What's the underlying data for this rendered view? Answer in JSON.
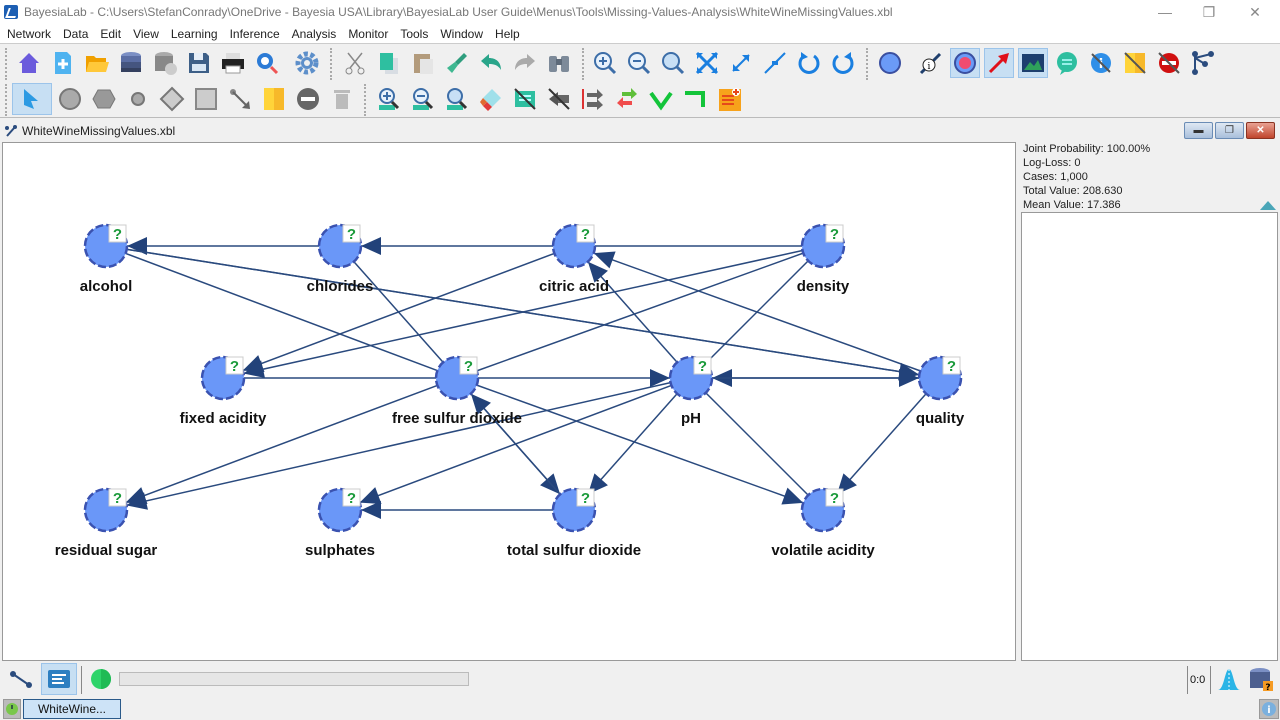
{
  "window": {
    "title": "BayesiaLab - C:\\Users\\StefanConrady\\OneDrive - Bayesia USA\\Library\\BayesiaLab User Guide\\Menus\\Tools\\Missing-Values-Analysis\\WhiteWineMissingValues.xbl",
    "minimize": "—",
    "restore": "❐",
    "close": "✕"
  },
  "menu": [
    "Network",
    "Data",
    "Edit",
    "View",
    "Learning",
    "Inference",
    "Analysis",
    "Monitor",
    "Tools",
    "Window",
    "Help"
  ],
  "toolbar": {
    "row1": [
      "home-icon",
      "new-network-icon",
      "open-folder-icon",
      "database-icon",
      "database-linked-icon",
      "save-icon",
      "print-icon",
      "search-zoom-icon",
      "settings-gear-icon",
      "cut-icon",
      "copy-icon",
      "paste-icon",
      "format-brush-icon",
      "undo-icon",
      "redo-icon",
      "binoculars-icon",
      "zoom-in-icon",
      "zoom-out-icon",
      "zoom-default-icon",
      "fit-window-icon",
      "expand-icon",
      "shrink-icon",
      "rotate-left-icon",
      "rotate-right-icon",
      "node-style-icon",
      "arc-info-icon",
      "node-display-icon",
      "arc-display-icon",
      "image-background-icon",
      "comment-icon",
      "info-hidden-icon",
      "note-hidden-icon",
      "no-entry-hidden-icon",
      "network-layout-icon"
    ],
    "row2": [
      "select-pointer-icon",
      "node-circle-icon",
      "node-hexagon-icon",
      "node-small-circle-icon",
      "node-diamond-icon",
      "node-square-icon",
      "arc-tool-icon",
      "note-tool-icon",
      "delete-arc-icon",
      "trash-icon",
      "zoom-in-monitor-icon",
      "zoom-out-monitor-icon",
      "zoom-default-monitor-icon",
      "eraser-icon",
      "hide-comment-icon",
      "hide-arcs-icon",
      "arc-direction-icon",
      "invert-arcs-icon",
      "check-icon",
      "corner-icon",
      "add-note-icon"
    ]
  },
  "document": {
    "tab_label": "WhiteWineMissingValues.xbl"
  },
  "network": {
    "nodes": [
      {
        "id": "alcohol",
        "label": "alcohol"
      },
      {
        "id": "chlorides",
        "label": "chlorides"
      },
      {
        "id": "citric_acid",
        "label": "citric acid"
      },
      {
        "id": "density",
        "label": "density"
      },
      {
        "id": "fixed_acidity",
        "label": "fixed acidity"
      },
      {
        "id": "free_sulfur_dioxide",
        "label": "free sulfur dioxide"
      },
      {
        "id": "pH",
        "label": "pH"
      },
      {
        "id": "quality",
        "label": "quality"
      },
      {
        "id": "residual_sugar",
        "label": "residual sugar"
      },
      {
        "id": "sulphates",
        "label": "sulphates"
      },
      {
        "id": "total_sulfur_dioxide",
        "label": "total sulfur dioxide"
      },
      {
        "id": "volatile_acidity",
        "label": "volatile acidity"
      }
    ],
    "edges": [
      {
        "from": "chlorides",
        "to": "alcohol",
        "arrow": true
      },
      {
        "from": "citric_acid",
        "to": "chlorides",
        "arrow": true
      },
      {
        "from": "density",
        "to": "citric_acid",
        "arrow": false
      },
      {
        "from": "quality",
        "to": "alcohol",
        "arrow": false
      },
      {
        "from": "free_sulfur_dioxide",
        "to": "alcohol",
        "arrow": false
      },
      {
        "from": "chlorides",
        "to": "free_sulfur_dioxide",
        "arrow": false
      },
      {
        "from": "citric_acid",
        "to": "fixed_acidity",
        "arrow": true
      },
      {
        "from": "density",
        "to": "fixed_acidity",
        "arrow": true
      },
      {
        "from": "free_sulfur_dioxide",
        "to": "fixed_acidity",
        "arrow": false
      },
      {
        "from": "density",
        "to": "free_sulfur_dioxide",
        "arrow": false
      },
      {
        "from": "pH",
        "to": "citric_acid",
        "arrow": true
      },
      {
        "from": "quality",
        "to": "citric_acid",
        "arrow": true
      },
      {
        "from": "alcohol",
        "to": "quality",
        "arrow": true
      },
      {
        "from": "free_sulfur_dioxide",
        "to": "pH",
        "arrow": true
      },
      {
        "from": "quality",
        "to": "pH",
        "arrow": true
      },
      {
        "from": "pH",
        "to": "quality",
        "arrow": true
      },
      {
        "from": "density",
        "to": "pH",
        "arrow": false
      },
      {
        "from": "free_sulfur_dioxide",
        "to": "residual_sugar",
        "arrow": true
      },
      {
        "from": "pH",
        "to": "residual_sugar",
        "arrow": true
      },
      {
        "from": "pH",
        "to": "sulphates",
        "arrow": true
      },
      {
        "from": "total_sulfur_dioxide",
        "to": "sulphates",
        "arrow": true
      },
      {
        "from": "free_sulfur_dioxide",
        "to": "total_sulfur_dioxide",
        "arrow": true
      },
      {
        "from": "total_sulfur_dioxide",
        "to": "free_sulfur_dioxide",
        "arrow": true
      },
      {
        "from": "pH",
        "to": "total_sulfur_dioxide",
        "arrow": true
      },
      {
        "from": "free_sulfur_dioxide",
        "to": "volatile_acidity",
        "arrow": true
      },
      {
        "from": "pH",
        "to": "volatile_acidity",
        "arrow": false
      },
      {
        "from": "quality",
        "to": "volatile_acidity",
        "arrow": true
      }
    ],
    "badge": "?"
  },
  "stats": {
    "joint_probability": "Joint Probability: 100.00%",
    "log_loss": "Log-Loss: 0",
    "cases": "Cases: 1,000",
    "total_value": "Total Value: 208.630",
    "mean_value": "Mean Value: 17.386"
  },
  "status": {
    "counter": "0:0",
    "progress": 0,
    "task_label": "WhiteWine..."
  }
}
